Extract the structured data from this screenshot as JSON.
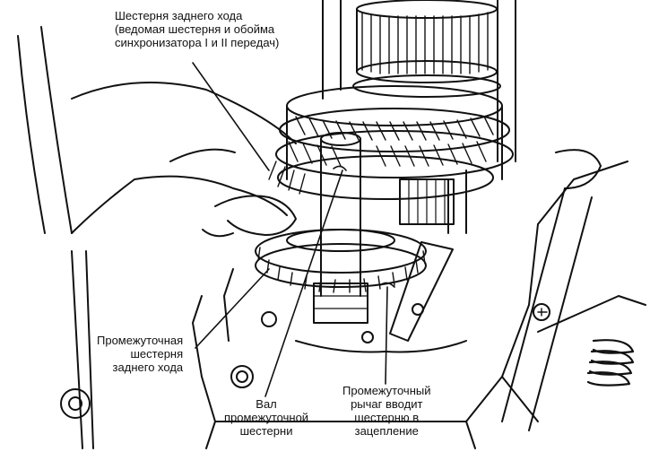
{
  "labels": {
    "reverse_gear": "Шестерня заднего хода\n(ведомая шестерня и обойма\nсинхронизатора I и II передач)",
    "reverse_idler_gear": "Промежуточная\nшестерня\nзаднего хода",
    "idler_shaft": "Вал\nпромежуточной\nшестерни",
    "idler_lever": "Промежуточный\nрычаг вводит\nшестерню в\nзацепление"
  }
}
